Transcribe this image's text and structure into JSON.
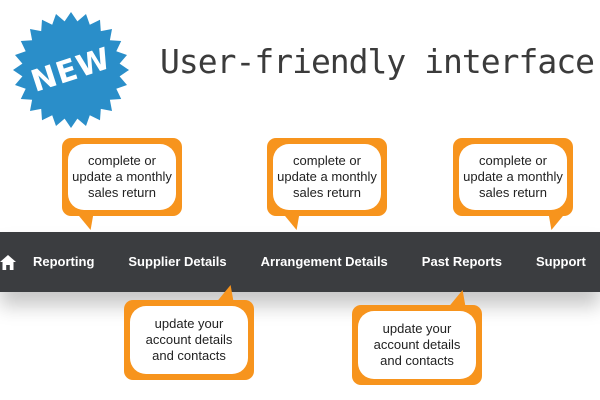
{
  "badge": {
    "text": "NEW",
    "color": "#2a8ec9"
  },
  "headline": "User-friendly interface",
  "nav": {
    "background": "#3b3d40",
    "home_icon": "home-icon",
    "items": [
      {
        "label": "Reporting"
      },
      {
        "label": "Supplier Details"
      },
      {
        "label": "Arrangement Details"
      },
      {
        "label": "Past Reports"
      },
      {
        "label": "Support"
      }
    ]
  },
  "callout_color": "#f7941d",
  "callouts": {
    "reporting": {
      "line1": "complete or",
      "line2": "update a monthly",
      "line3": "sales return"
    },
    "arrangement": {
      "line1": "complete or",
      "line2": "update a monthly",
      "line3": "sales return"
    },
    "support": {
      "line1": "complete or",
      "line2": "update a monthly",
      "line3": "sales return"
    },
    "supplier": {
      "line1": "update your",
      "line2": "account details",
      "line3": "and contacts"
    },
    "past_reports": {
      "line1": "update your",
      "line2": "account details",
      "line3": "and contacts"
    }
  }
}
